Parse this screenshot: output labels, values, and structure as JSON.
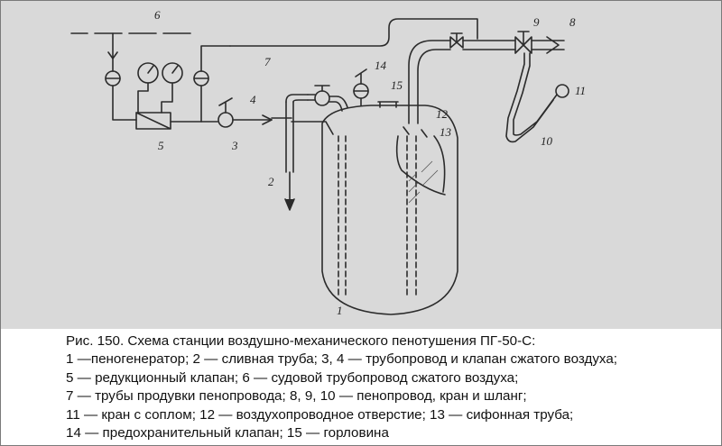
{
  "figure": {
    "callouts": [
      "1",
      "2",
      "3",
      "4",
      "5",
      "6",
      "7",
      "8",
      "9",
      "10",
      "11",
      "12",
      "13",
      "14",
      "15"
    ]
  },
  "caption": {
    "lines": [
      "Рис. 150. Схема станции воздушно-механического пенотушения ПГ-50-С:",
      "1 —пеногенератор; 2 — сливная труба; 3, 4 — трубопровод и клапан сжатого воздуха;",
      "5 — редукционный клапан; 6 — судовой трубопровод сжатого воздуха;",
      "7 — трубы продувки пенопровода; 8, 9, 10 — пенопровод, кран и шланг;",
      "11 — кран с соплом; 12 — воздухопроводное отверстие; 13 — сифонная труба;",
      "14 — предохранительный клапан; 15 — горловина"
    ]
  }
}
